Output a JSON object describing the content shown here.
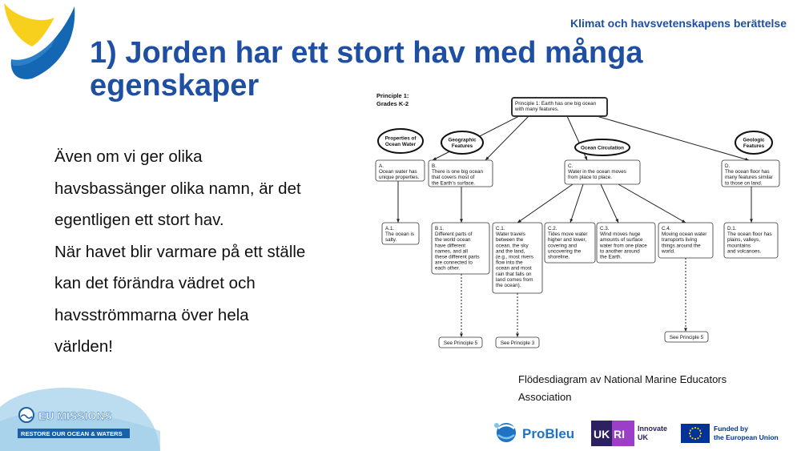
{
  "header": {
    "tag": "Klimat och havsvetenskapens berättelse"
  },
  "slide": {
    "title_line1": "1) Jorden har ett stort hav med många",
    "title_line2": "egenskaper",
    "body_lines": [
      "Även om vi ger olika",
      "havsbassänger olika namn, är det",
      "egentligen ett stort hav.",
      "När havet blir varmare på ett ställe",
      "kan det förändra vädret och",
      "havsströmmarna över hela",
      "världen!"
    ],
    "caption_line1": "Flödesdiagram av National Marine Educators",
    "caption_line2": "Association"
  },
  "diagram": {
    "heading1": "Principle 1:",
    "heading2": "Grades K-2",
    "root": [
      "Principle 1: Earth has one big ocean",
      "with many features."
    ],
    "categories": {
      "properties": [
        "Properties of",
        "Ocean Water"
      ],
      "geographic": [
        "Geographic",
        "Features"
      ],
      "circulation": [
        "Ocean Circulation"
      ],
      "geologic": [
        "Geologic",
        "Features"
      ]
    },
    "nodes": {
      "A": [
        "A.",
        "Ocean water has",
        "unique properties."
      ],
      "B": [
        "B.",
        "There is one big ocean",
        "that covers most of",
        "the Earth's surface."
      ],
      "C": [
        "C.",
        "Water in the ocean moves",
        "from place to place."
      ],
      "D": [
        "D.",
        "The ocean floor has",
        "many features similar",
        "to those on land."
      ],
      "A1": [
        "A.1.",
        "The ocean is",
        "salty."
      ],
      "B1": [
        "B.1.",
        "Different parts of",
        "the world ocean",
        "have different",
        "names, and all",
        "these different parts",
        "are connected to",
        "each other."
      ],
      "C1": [
        "C.1.",
        "Water travels",
        "between the",
        "ocean, the sky",
        "and the land,",
        "(e.g., most rivers",
        "flow into the",
        "ocean and most",
        "rain that falls on",
        "land comes from",
        "the ocean)."
      ],
      "C2": [
        "C.2.",
        "Tides move water",
        "higher and lower,",
        "covering and",
        "uncovering the",
        "shoreline."
      ],
      "C3": [
        "C.3.",
        "Wind moves huge",
        "amounts of surface",
        "water from one place",
        "to another around",
        "the Earth."
      ],
      "C4": [
        "C.4.",
        "Moving ocean water",
        "transports living",
        "things around the",
        "world."
      ],
      "D1": [
        "D.1.",
        "The ocean floor has",
        "plains, valleys,",
        "mountains",
        "and volcanoes."
      ]
    },
    "see_b1": "See Principle 5",
    "see_c1": "See Principle 3",
    "see_c4": "See Principle 5"
  },
  "logos": {
    "eu_missions": "EU MISSIONS",
    "restore": "RESTORE OUR OCEAN & WATERS",
    "probleu": "ProBleu",
    "innovate1": "Innovate",
    "innovate2": "UK",
    "funded1": "Funded by",
    "funded2": "the European Union"
  },
  "colors": {
    "title": "#1f4fa3",
    "accent_yellow": "#f7cf1d",
    "accent_blue": "#1467b3"
  }
}
